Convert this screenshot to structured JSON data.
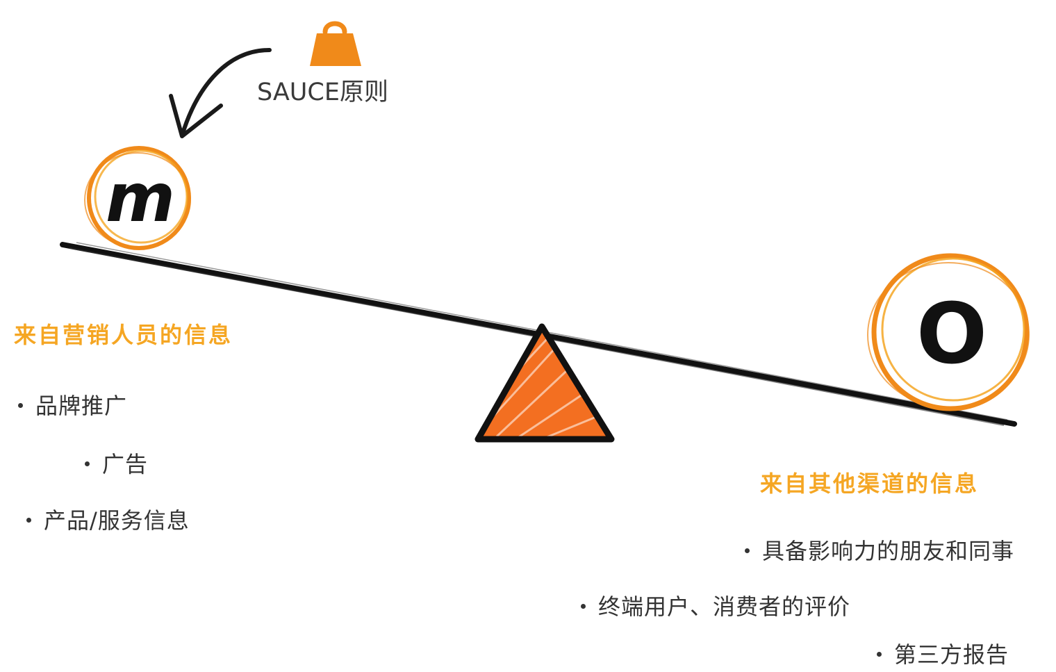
{
  "principle": {
    "label": "SAUCE原则",
    "icon": "weight-bag-icon"
  },
  "left_ball": {
    "letter": "m"
  },
  "right_ball": {
    "letter": "O"
  },
  "left": {
    "heading": "来自营销人员的信息",
    "items": [
      "品牌推广",
      "广告",
      "产品/服务信息"
    ]
  },
  "right": {
    "heading": "来自其他渠道的信息",
    "items": [
      "具备影响力的朋友和同事",
      "终端用户、消费者的评价",
      "第三方报告"
    ]
  },
  "colors": {
    "accent": "#f08a1a",
    "fulcrum": "#f36f21",
    "beam": "#111111",
    "heading": "#f5a623"
  }
}
